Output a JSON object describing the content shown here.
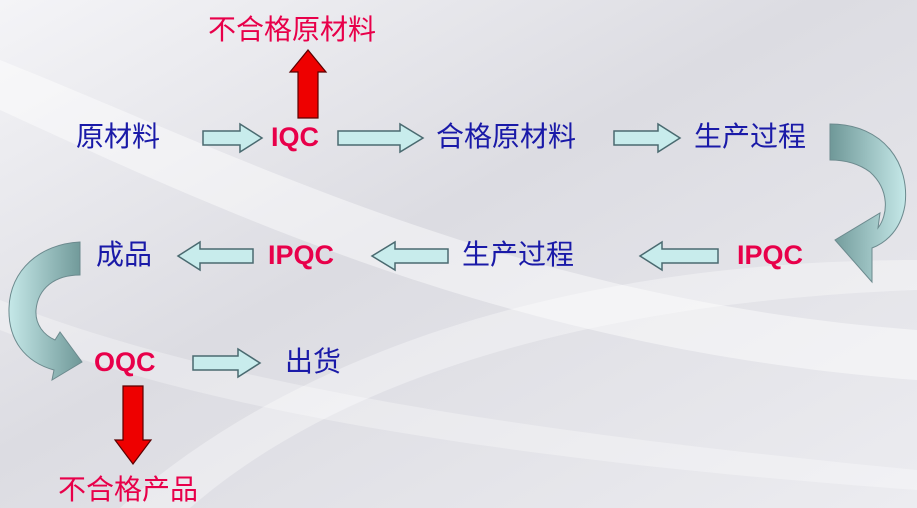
{
  "colors": {
    "blue_text": "#1a1aa8",
    "red_text": "#e8004a",
    "arrow_fill": "#c8ecec",
    "arrow_stroke": "#4a6a70",
    "reject_arrow": "#ee0000",
    "u_turn_dark": "#6f9898",
    "u_turn_light": "#c5e8e8"
  },
  "nodes": {
    "raw_material": "原材料",
    "iqc": "IQC",
    "qualified_raw_material": "合格原材料",
    "production_process_1": "生产过程",
    "ipqc_1": "IPQC",
    "production_process_2": "生产过程",
    "ipqc_2": "IPQC",
    "finished_product": "成品",
    "oqc": "OQC",
    "shipment": "出货"
  },
  "rejects": {
    "unqualified_raw_material": "不合格原材料",
    "unqualified_product": "不合格产品"
  },
  "icons": [
    "block-arrow-right",
    "block-arrow-left",
    "red-arrow-up",
    "red-arrow-down",
    "u-turn-arrow"
  ]
}
